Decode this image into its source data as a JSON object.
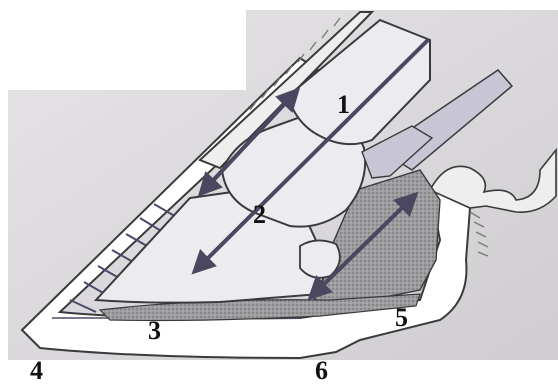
{
  "figure": {
    "labels": [
      "1",
      "2",
      "3",
      "4",
      "5",
      "6"
    ]
  },
  "colors": {
    "background_panel": "#d9d7d9",
    "bone": "#ecebef",
    "outline": "#3a3a3c",
    "arrow": "#4a4760",
    "tendon": "#c8c6d4",
    "hoof_wall_lines": "#4b4a6a",
    "digital_cushion": "#8f8f8f",
    "hair": "#7a7a7a"
  }
}
